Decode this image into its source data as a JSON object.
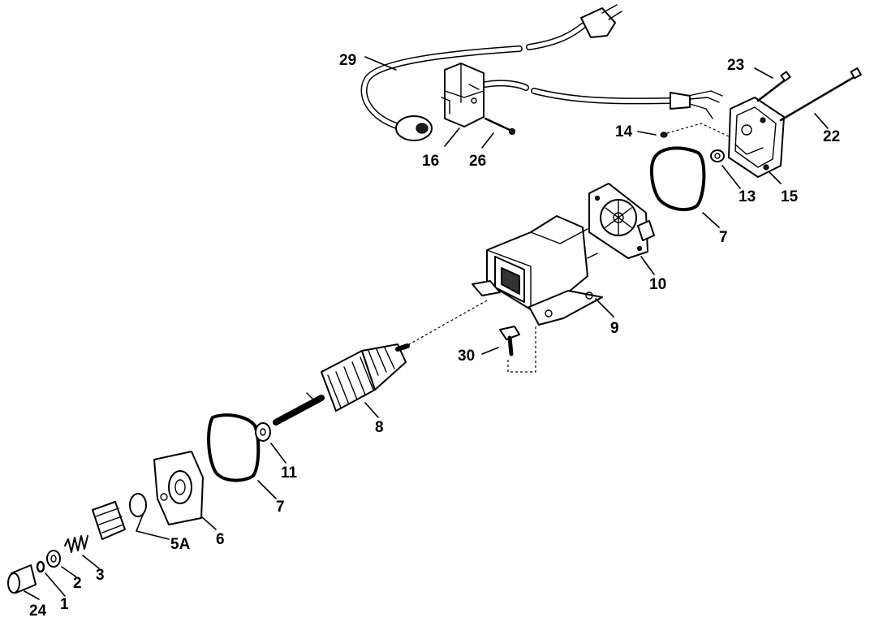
{
  "callouts": {
    "c29": "29",
    "c16": "16",
    "c26": "26",
    "c23": "23",
    "c22": "22",
    "c14": "14",
    "c13": "13",
    "c15": "15",
    "c7a": "7",
    "c10": "10",
    "c9": "9",
    "c30": "30",
    "c8": "8",
    "c11": "11",
    "c7b": "7",
    "c6": "6",
    "c5a": "5A",
    "c3": "3",
    "c2": "2",
    "c1": "1",
    "c24": "24"
  }
}
